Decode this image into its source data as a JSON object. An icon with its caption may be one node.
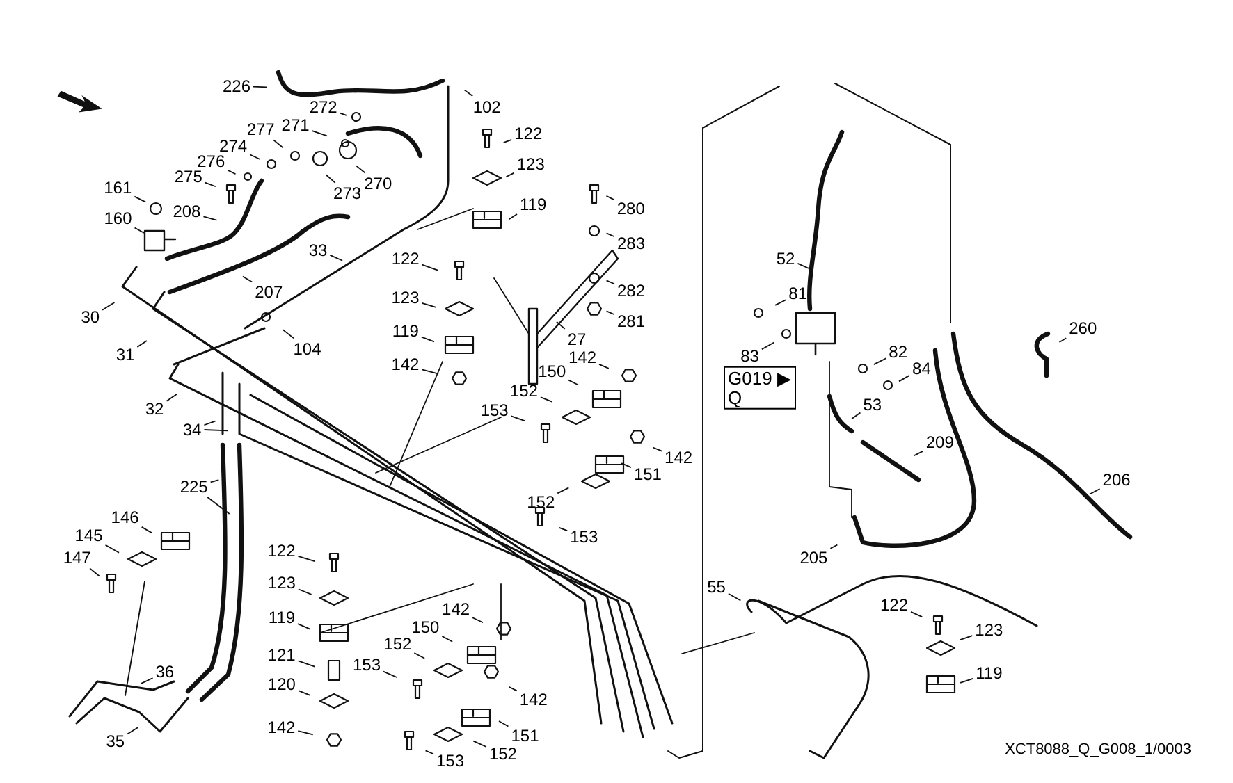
{
  "diagram": {
    "nodes": [
      {
        "text": [
          "226"
        ]
      },
      {
        "text": [
          "272"
        ]
      },
      {
        "text": [
          "271"
        ]
      },
      {
        "text": [
          "102"
        ]
      },
      {
        "text": [
          "277"
        ]
      },
      {
        "text": [
          "274"
        ]
      },
      {
        "text": [
          "276"
        ]
      },
      {
        "text": [
          "275"
        ]
      },
      {
        "text": [
          "273"
        ]
      },
      {
        "text": [
          "270"
        ]
      },
      {
        "text": [
          "122"
        ]
      },
      {
        "text": [
          "123"
        ]
      },
      {
        "text": [
          "161"
        ]
      },
      {
        "text": [
          "208"
        ]
      },
      {
        "text": [
          "160"
        ]
      },
      {
        "text": [
          "119"
        ]
      },
      {
        "text": [
          "280"
        ]
      },
      {
        "text": [
          "33"
        ]
      },
      {
        "text": [
          "283"
        ]
      },
      {
        "text": [
          "207"
        ]
      },
      {
        "text": [
          "122"
        ]
      },
      {
        "text": [
          "282"
        ]
      },
      {
        "text": [
          "30"
        ]
      },
      {
        "text": [
          "123"
        ]
      },
      {
        "text": [
          "27"
        ]
      },
      {
        "text": [
          "281"
        ]
      },
      {
        "text": [
          "104"
        ]
      },
      {
        "text": [
          "119"
        ]
      },
      {
        "text": [
          "31"
        ]
      },
      {
        "text": [
          "142"
        ]
      },
      {
        "text": [
          "142"
        ]
      },
      {
        "text": [
          "150"
        ]
      },
      {
        "text": [
          "152"
        ]
      },
      {
        "text": [
          "32"
        ]
      },
      {
        "text": [
          "153"
        ]
      },
      {
        "text": [
          "34"
        ]
      },
      {
        "text": [
          "G019 ▶ Q"
        ]
      },
      {
        "text": [
          "142"
        ]
      },
      {
        "text": [
          "151"
        ]
      },
      {
        "text": [
          "225"
        ]
      },
      {
        "text": [
          "152"
        ]
      },
      {
        "text": [
          "153"
        ]
      },
      {
        "text": [
          "146"
        ]
      },
      {
        "text": [
          "145"
        ]
      },
      {
        "text": [
          "147"
        ]
      },
      {
        "text": [
          "122"
        ]
      },
      {
        "text": [
          "123"
        ]
      },
      {
        "text": [
          "142"
        ]
      },
      {
        "text": [
          "119"
        ]
      },
      {
        "text": [
          "150"
        ]
      },
      {
        "text": [
          "152"
        ]
      },
      {
        "text": [
          "121"
        ]
      },
      {
        "text": [
          "153"
        ]
      },
      {
        "text": [
          "36"
        ]
      },
      {
        "text": [
          "120"
        ]
      },
      {
        "text": [
          "142"
        ]
      },
      {
        "text": [
          "142"
        ]
      },
      {
        "text": [
          "151"
        ]
      },
      {
        "text": [
          "152"
        ]
      },
      {
        "text": [
          "35"
        ]
      },
      {
        "text": [
          "153"
        ]
      },
      {
        "text": [
          "52"
        ]
      },
      {
        "text": [
          "81"
        ]
      },
      {
        "text": [
          "83"
        ]
      },
      {
        "text": [
          "260"
        ]
      },
      {
        "text": [
          "82"
        ]
      },
      {
        "text": [
          "84"
        ]
      },
      {
        "text": [
          "53"
        ]
      },
      {
        "text": [
          "209"
        ]
      },
      {
        "text": [
          "206"
        ]
      },
      {
        "text": [
          "205"
        ]
      },
      {
        "text": [
          "55"
        ]
      },
      {
        "text": [
          "122"
        ]
      },
      {
        "text": [
          "123"
        ]
      },
      {
        "text": [
          "119"
        ]
      }
    ],
    "edges": [
      {
        "from": 0,
        "to": null,
        "arrow": "none"
      },
      {
        "from": 1,
        "to": null,
        "arrow": "none"
      },
      {
        "from": 2,
        "to": null,
        "arrow": "none"
      },
      {
        "from": 3,
        "to": null,
        "arrow": "none"
      },
      {
        "from": 4,
        "to": null,
        "arrow": "none"
      },
      {
        "from": 5,
        "to": null,
        "arrow": "none"
      },
      {
        "from": 6,
        "to": null,
        "arrow": "none"
      },
      {
        "from": 7,
        "to": null,
        "arrow": "none"
      },
      {
        "from": 8,
        "to": null,
        "arrow": "none"
      },
      {
        "from": 9,
        "to": null,
        "arrow": "none"
      },
      {
        "from": 10,
        "to": null,
        "arrow": "none"
      },
      {
        "from": 11,
        "to": null,
        "arrow": "none"
      },
      {
        "from": 12,
        "to": null,
        "arrow": "none"
      },
      {
        "from": 13,
        "to": null,
        "arrow": "none"
      },
      {
        "from": 14,
        "to": null,
        "arrow": "none"
      },
      {
        "from": 15,
        "to": null,
        "arrow": "none"
      },
      {
        "from": 16,
        "to": null,
        "arrow": "none"
      },
      {
        "from": 17,
        "to": null,
        "arrow": "none"
      },
      {
        "from": 18,
        "to": null,
        "arrow": "none"
      },
      {
        "from": 19,
        "to": null,
        "arrow": "none"
      },
      {
        "from": 20,
        "to": null,
        "arrow": "none"
      },
      {
        "from": 21,
        "to": null,
        "arrow": "none"
      },
      {
        "from": 22,
        "to": null,
        "arrow": "none"
      },
      {
        "from": 23,
        "to": null,
        "arrow": "none"
      },
      {
        "from": 24,
        "to": null,
        "arrow": "none"
      },
      {
        "from": 25,
        "to": null,
        "arrow": "none"
      },
      {
        "from": 26,
        "to": null,
        "arrow": "none"
      },
      {
        "from": 27,
        "to": null,
        "arrow": "none"
      },
      {
        "from": 28,
        "to": null,
        "arrow": "none"
      },
      {
        "from": 29,
        "to": null,
        "arrow": "none"
      },
      {
        "from": 30,
        "to": null,
        "arrow": "none"
      },
      {
        "from": 31,
        "to": null,
        "arrow": "none"
      },
      {
        "from": 32,
        "to": null,
        "arrow": "none"
      },
      {
        "from": 33,
        "to": null,
        "arrow": "none"
      },
      {
        "from": 34,
        "to": null,
        "arrow": "none"
      },
      {
        "from": 35,
        "to": null,
        "arrow": "none"
      },
      {
        "from": 35,
        "to": null,
        "arrow": "none"
      },
      {
        "from": 37,
        "to": null,
        "arrow": "none"
      },
      {
        "from": 38,
        "to": null,
        "arrow": "none"
      },
      {
        "from": 39,
        "to": null,
        "arrow": "none"
      },
      {
        "from": 39,
        "to": null,
        "arrow": "none"
      },
      {
        "from": 40,
        "to": null,
        "arrow": "none"
      },
      {
        "from": 41,
        "to": null,
        "arrow": "none"
      },
      {
        "from": 42,
        "to": null,
        "arrow": "none"
      },
      {
        "from": 43,
        "to": null,
        "arrow": "none"
      },
      {
        "from": 44,
        "to": null,
        "arrow": "none"
      },
      {
        "from": 45,
        "to": null,
        "arrow": "none"
      },
      {
        "from": 46,
        "to": null,
        "arrow": "none"
      },
      {
        "from": 47,
        "to": null,
        "arrow": "none"
      },
      {
        "from": 48,
        "to": null,
        "arrow": "none"
      },
      {
        "from": 49,
        "to": null,
        "arrow": "none"
      },
      {
        "from": 50,
        "to": null,
        "arrow": "none"
      },
      {
        "from": 51,
        "to": null,
        "arrow": "none"
      },
      {
        "from": 52,
        "to": null,
        "arrow": "none"
      },
      {
        "from": 53,
        "to": null,
        "arrow": "none"
      },
      {
        "from": 54,
        "to": null,
        "arrow": "none"
      },
      {
        "from": 55,
        "to": null,
        "arrow": "none"
      },
      {
        "from": 56,
        "to": null,
        "arrow": "none"
      },
      {
        "from": 57,
        "to": null,
        "arrow": "none"
      },
      {
        "from": 58,
        "to": null,
        "arrow": "none"
      },
      {
        "from": 59,
        "to": null,
        "arrow": "none"
      },
      {
        "from": 60,
        "to": null,
        "arrow": "none"
      },
      {
        "from": 61,
        "to": null,
        "arrow": "none"
      },
      {
        "from": 62,
        "to": null,
        "arrow": "none"
      },
      {
        "from": 63,
        "to": null,
        "arrow": "none"
      },
      {
        "from": 64,
        "to": null,
        "arrow": "none"
      },
      {
        "from": 65,
        "to": null,
        "arrow": "none"
      },
      {
        "from": 66,
        "to": null,
        "arrow": "none"
      },
      {
        "from": 67,
        "to": null,
        "arrow": "none"
      },
      {
        "from": 68,
        "to": null,
        "arrow": "none"
      },
      {
        "from": 69,
        "to": null,
        "arrow": "none"
      },
      {
        "from": 70,
        "to": null,
        "arrow": "none"
      },
      {
        "from": 71,
        "to": null,
        "arrow": "none"
      },
      {
        "from": 72,
        "to": null,
        "arrow": "none"
      },
      {
        "from": 73,
        "to": null,
        "arrow": "none"
      },
      {
        "from": 74,
        "to": null,
        "arrow": "none"
      }
    ],
    "labels": [
      "XCT8088_Q_G008_1/0003"
    ]
  }
}
